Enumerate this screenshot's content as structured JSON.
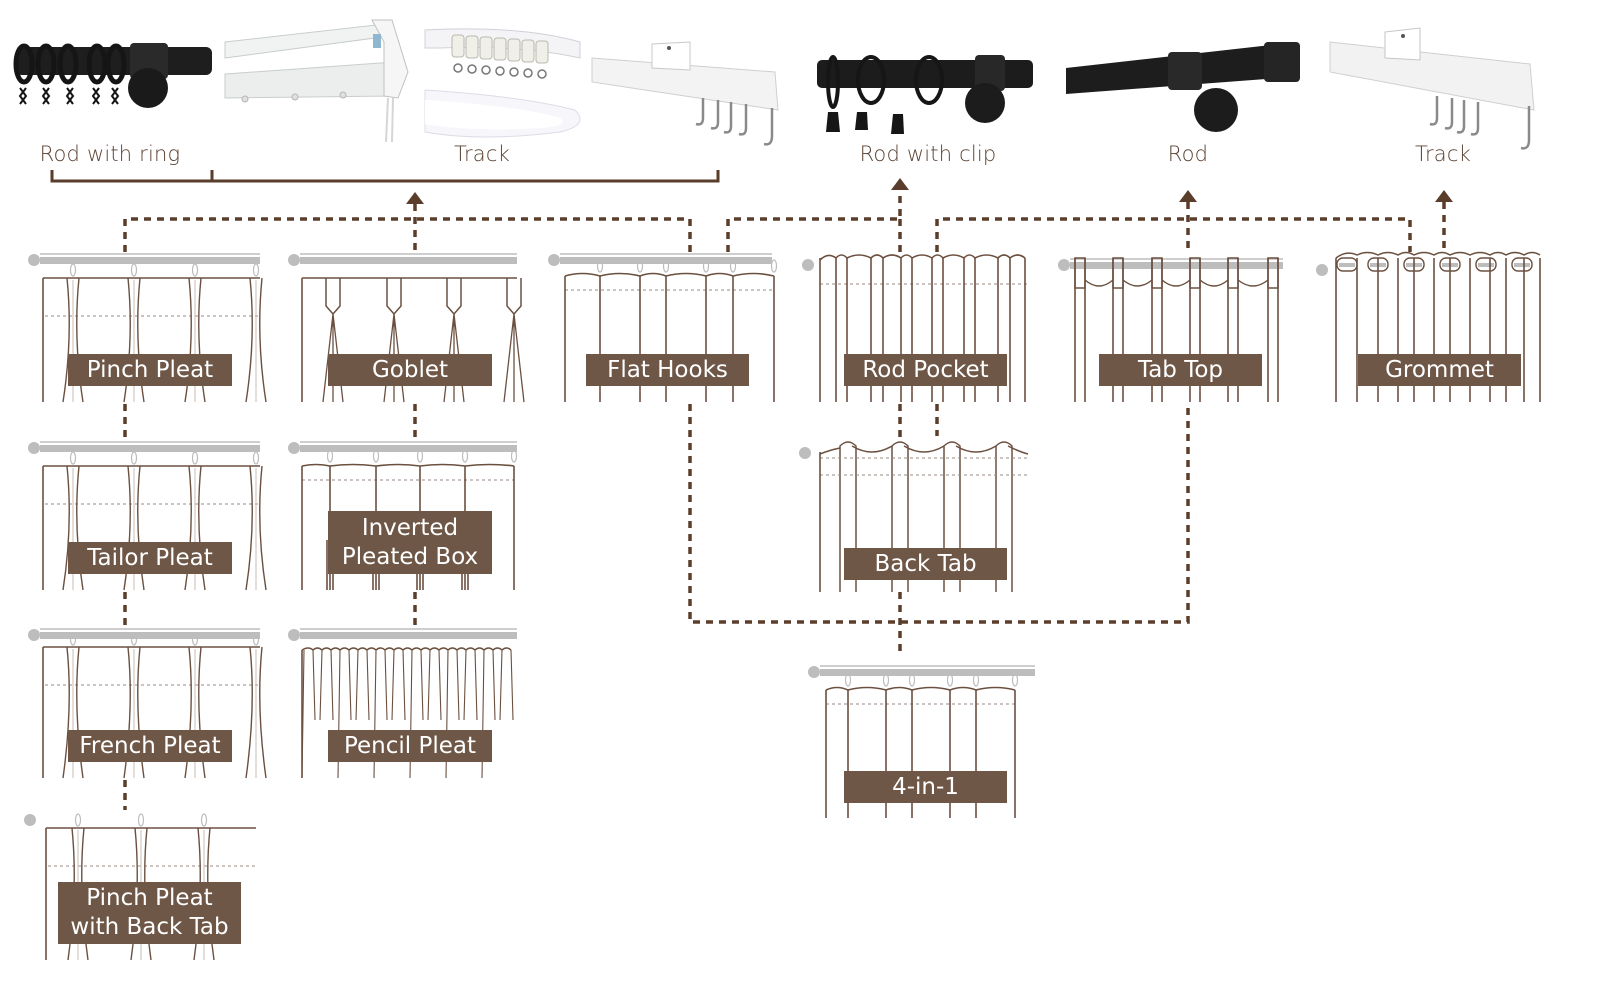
{
  "colors": {
    "brand_brown": "#5a3e2b",
    "tag_fill": "#6f5747",
    "tag_text": "#ffffff",
    "curtain_line": "#6b5040",
    "rod_gray": "#bdbdbd",
    "black_hardware": "#1e1e1e",
    "white_hardware": "#f2f2f2"
  },
  "hardware": [
    {
      "id": "rod-with-ring",
      "label": "Rod with ring",
      "icon": "black-rod-with-rings-icon"
    },
    {
      "id": "track-group",
      "label": "Track",
      "icon": "white-track-assortment-icon"
    },
    {
      "id": "rod-with-clip",
      "label": "Rod with clip",
      "icon": "black-rod-with-clip-rings-icon"
    },
    {
      "id": "rod",
      "label": "Rod",
      "icon": "black-rod-icon"
    },
    {
      "id": "track",
      "label": "Track",
      "icon": "white-ceiling-track-icon"
    }
  ],
  "headings": [
    {
      "id": "pinch-pleat",
      "label": "Pinch Pleat",
      "style": "pinch"
    },
    {
      "id": "goblet",
      "label": "Goblet",
      "style": "goblet"
    },
    {
      "id": "flat-hooks",
      "label": "Flat Hooks",
      "style": "flat"
    },
    {
      "id": "rod-pocket",
      "label": "Rod Pocket",
      "style": "pocket"
    },
    {
      "id": "tab-top",
      "label": "Tab Top",
      "style": "tab"
    },
    {
      "id": "grommet",
      "label": "Grommet",
      "style": "grommet"
    },
    {
      "id": "tailor-pleat",
      "label": "Tailor Pleat",
      "style": "pinch"
    },
    {
      "id": "inverted-pleated-box",
      "label_line1": "Inverted",
      "label_line2": "Pleated Box",
      "style": "box"
    },
    {
      "id": "back-tab",
      "label": "Back Tab",
      "style": "backtab"
    },
    {
      "id": "french-pleat",
      "label": "French Pleat",
      "style": "pinch"
    },
    {
      "id": "pencil-pleat",
      "label": "Pencil Pleat",
      "style": "pencil"
    },
    {
      "id": "four-in-one",
      "label": "4-in-1",
      "style": "flat"
    },
    {
      "id": "pinch-pleat-back-tab",
      "label_line1": "Pinch Pleat",
      "label_line2": "with Back Tab",
      "style": "pinchback"
    }
  ]
}
